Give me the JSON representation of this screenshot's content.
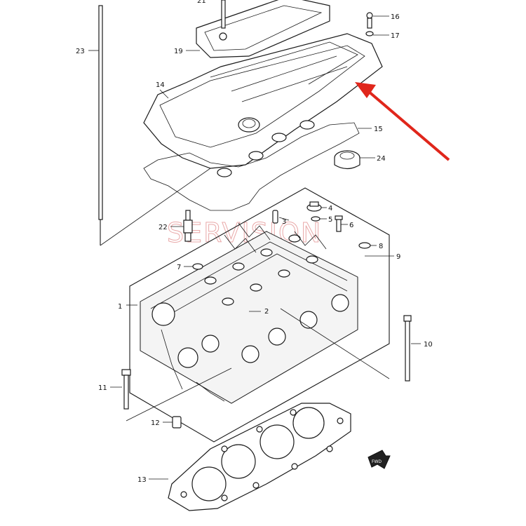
{
  "diagram": {
    "watermark": "SERVISION",
    "front_marker": "FWD",
    "arrow_color": "#e0261b",
    "callouts": [
      {
        "id": "c1",
        "label": "1"
      },
      {
        "id": "c2",
        "label": "2"
      },
      {
        "id": "c3",
        "label": "3"
      },
      {
        "id": "c4",
        "label": "4"
      },
      {
        "id": "c5",
        "label": "5"
      },
      {
        "id": "c6",
        "label": "6"
      },
      {
        "id": "c7",
        "label": "7"
      },
      {
        "id": "c8",
        "label": "8"
      },
      {
        "id": "c9",
        "label": "9"
      },
      {
        "id": "c10",
        "label": "10"
      },
      {
        "id": "c11",
        "label": "11"
      },
      {
        "id": "c12",
        "label": "12"
      },
      {
        "id": "c13",
        "label": "13"
      },
      {
        "id": "c14",
        "label": "14"
      },
      {
        "id": "c15",
        "label": "15"
      },
      {
        "id": "c16",
        "label": "16"
      },
      {
        "id": "c17",
        "label": "17"
      },
      {
        "id": "c19",
        "label": "19"
      },
      {
        "id": "c21",
        "label": "21"
      },
      {
        "id": "c22",
        "label": "22"
      },
      {
        "id": "c23",
        "label": "23"
      },
      {
        "id": "c24",
        "label": "24"
      }
    ]
  }
}
